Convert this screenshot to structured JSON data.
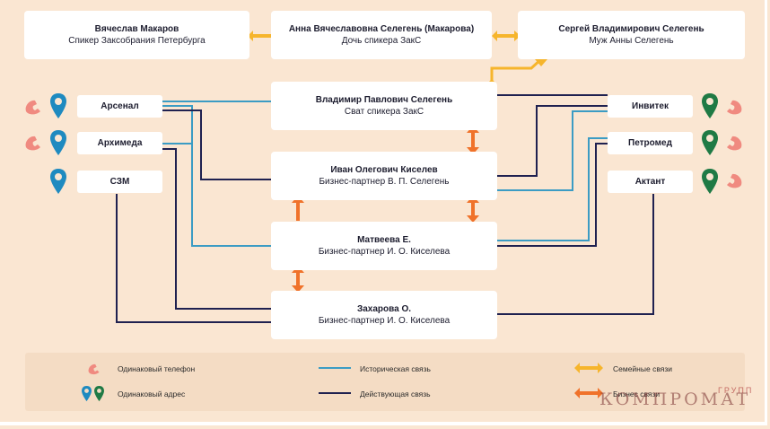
{
  "people": {
    "makarov": {
      "name": "Вячеслав Макаров",
      "role": "Спикер Заксобрания Петербурга"
    },
    "anna": {
      "name": "Анна Вячеславовна Селегень (Макарова)",
      "role": "Дочь спикера ЗакС"
    },
    "sergey": {
      "name": "Сергей Владимирович Селегень",
      "role": "Муж Анны Селегень"
    },
    "vladimir": {
      "name": "Владимир Павлович Селегень",
      "role": "Сват спикера ЗакС"
    },
    "ivan": {
      "name": "Иван Олегович Киселев",
      "role": "Бизнес-партнер В. П. Селегень"
    },
    "matveeva": {
      "name": "Матвеева Е.",
      "role": "Бизнес-партнер И. О. Киселева"
    },
    "zakharova": {
      "name": "Захарова О.",
      "role": "Бизнес-партнер И. О. Киселева"
    }
  },
  "companies": {
    "arsenal": "Арсенал",
    "arkhimeda": "Архимеда",
    "szm": "СЗМ",
    "invitek": "Инвитек",
    "petromed": "Петромед",
    "aktant": "Актант"
  },
  "legend": {
    "same_phone": "Одинаковый телефон",
    "same_address": "Одинаковый адрес",
    "historical": "Историческая связь",
    "current": "Действующая связь",
    "family": "Семейные связи",
    "business": "Бизнес связи"
  },
  "colors": {
    "background": "#fae6d2",
    "historical_line": "#3b9cc4",
    "current_line": "#1f2150",
    "family_arrow": "#f6b52c",
    "business_arrow": "#f0722a",
    "phone_icon": "#f08a80",
    "address_blue": "#1e8ac0",
    "address_green": "#1f7a45"
  },
  "icons": [
    "phone-icon",
    "address-pin-icon"
  ],
  "watermark": {
    "small": "ГРУПП",
    "big": "КОМПРОМАТ"
  }
}
